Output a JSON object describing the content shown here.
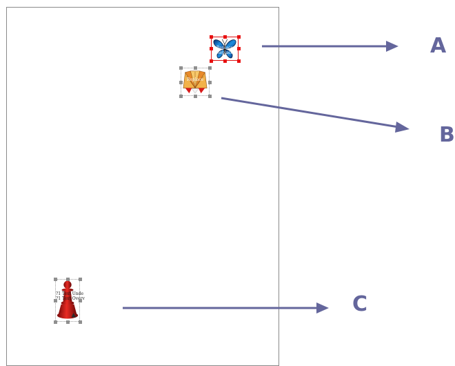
{
  "colors": {
    "arrow": "#64669c",
    "label": "#64669c",
    "page_border": "#8a8a8a",
    "selected_handle": "#e81010",
    "unselected_handle": "#8f8f8f"
  },
  "shapes": [
    {
      "name": "butterfly-shape",
      "icon": "blue-butterfly-icon",
      "text_lines": [
        "Replace",
        "Replace"
      ],
      "selected": true
    },
    {
      "name": "fan-shape",
      "icon": "orange-fan-icon",
      "text_lines": [
        "Replace"
      ],
      "selected": false
    },
    {
      "name": "pawn-shape",
      "icon": "red-pawn-icon",
      "text_lines": [
        "?1 Text Unde",
        "?1 Text Overv"
      ],
      "selected": false
    }
  ],
  "callouts": [
    "A",
    "B",
    "C"
  ]
}
